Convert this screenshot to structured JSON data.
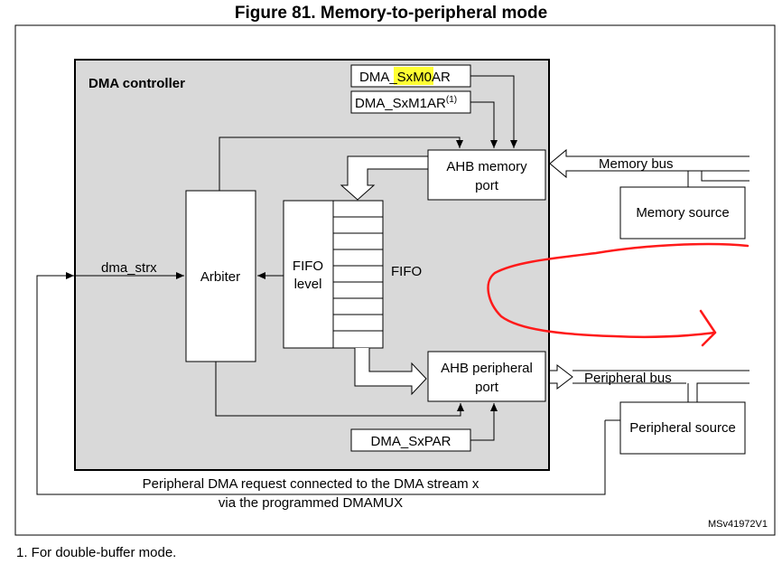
{
  "figure": {
    "title": "Figure 81. Memory-to-peripheral mode",
    "controller_label": "DMA controller",
    "registers": {
      "m0ar_prefix": "DMA_Sx",
      "m0ar_highlight": "M0AR",
      "m1ar": "DMA_SxM1AR",
      "m1ar_note": "(1)",
      "par": "DMA_SxPAR"
    },
    "blocks": {
      "ahb_memory_line1": "AHB memory",
      "ahb_memory_line2": "port",
      "ahb_peripheral_line1": "AHB peripheral",
      "ahb_peripheral_line2": "port",
      "arbiter": "Arbiter",
      "fifo_level_line1": "FIFO",
      "fifo_level_line2": "level",
      "fifo": "FIFO",
      "memory_source": "Memory source",
      "peripheral_source": "Peripheral source"
    },
    "buses": {
      "memory_bus": "Memory bus",
      "peripheral_bus": "Peripheral bus"
    },
    "signals": {
      "dma_strx": "dma_strx",
      "request_line1": "Peripheral DMA request connected to the DMA stream x",
      "request_line2": "via the programmed DMAMUX"
    },
    "code": "MSv41972V1",
    "footnote": "1.   For double-buffer mode.",
    "colors": {
      "controller_fill": "#d9d9d9",
      "highlight": "#ffff33",
      "annotation": "#ff0000"
    }
  }
}
